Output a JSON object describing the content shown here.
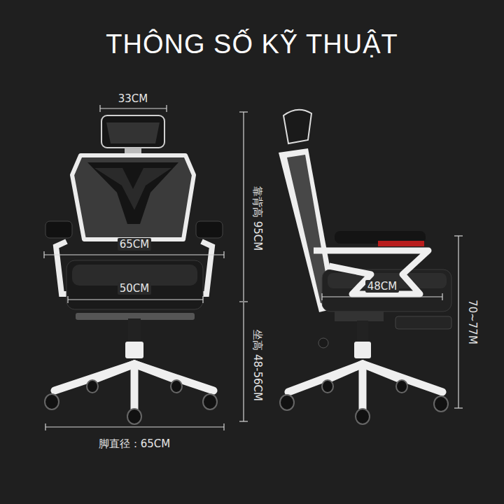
{
  "diagram": {
    "title": "THÔNG SỐ KỸ THUẬT",
    "labels": [
      "33CM",
      "65CM",
      "50CM",
      "靠背高 95CM",
      "坐高 48-56CM",
      "脚直径：65CM",
      "48CM",
      "70~77M"
    ]
  }
}
